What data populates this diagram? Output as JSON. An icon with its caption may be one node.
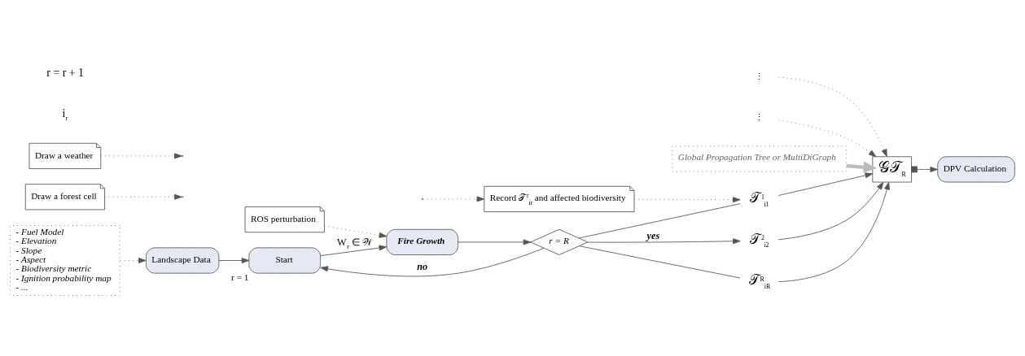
{
  "diagram": {
    "nodes": [
      {
        "text": [
          "Landscape Data"
        ]
      },
      {
        "text": [
          "- Fuel Model",
          "- Elevation",
          "- Slope",
          "- Aspect",
          "- Biodiversity metric",
          "- Ignition probability map",
          "- ..."
        ]
      },
      {
        "text": [
          "Start"
        ],
        "beside": [
          "r = 1"
        ]
      },
      {
        "text": [
          "Draw a forest cell"
        ]
      },
      {
        "text": [
          "Draw a weather"
        ]
      },
      {
        "text": [
          "Fire Growth"
        ]
      },
      {
        "text": [
          "ROS perturbation"
        ]
      },
      {
        "text": [
          "Record 𝒯$^{r}$$_{ir}$ and affected biodiversity"
        ]
      },
      {
        "text": [
          "r = R"
        ]
      },
      {
        "text": [
          "𝒯$^{1}$$_{i1}$"
        ]
      },
      {
        "text": [
          "⋮"
        ]
      },
      {
        "text": [
          "𝒯$^{2}$$_{i2}$"
        ]
      },
      {
        "text": [
          "⋮"
        ]
      },
      {
        "text": [
          "𝒯$^{R}$$_{iR}$"
        ]
      },
      {
        "text": [
          "Global Propagation Tree or MultiDiGraph"
        ]
      },
      {
        "text": [
          "𝒢𝒯$_{R}$"
        ]
      },
      {
        "text": [
          "DPV Calculation"
        ]
      }
    ],
    "edges": [
      {
        "from": 0,
        "to": 2,
        "arrow": "to"
      },
      {
        "from": 1,
        "to": 0,
        "arrow": "to",
        "style": "dashed"
      },
      {
        "from": 2,
        "to": 5,
        "arrow": "to",
        "label": "W$_{r}$ ∈ 𝒲"
      },
      {
        "from": 3,
        "to": null,
        "arrow": "to",
        "style": "dashed"
      },
      {
        "from": 4,
        "to": null,
        "arrow": "to",
        "style": "dashed"
      },
      {
        "from": 6,
        "to": 5,
        "arrow": "to",
        "style": "dashed"
      },
      {
        "from": 5,
        "to": 8,
        "arrow": "to"
      },
      {
        "from": null,
        "to": 7,
        "arrow": "to",
        "style": "dashed"
      },
      {
        "from": 7,
        "to": 9,
        "arrow": "to",
        "style": "dashed"
      },
      {
        "from": 8,
        "to": 9,
        "arrow": "none"
      },
      {
        "from": 8,
        "to": 11,
        "arrow": "to",
        "label": "yes"
      },
      {
        "from": 8,
        "to": 13,
        "arrow": "none"
      },
      {
        "from": 8,
        "to": 2,
        "arrow": "to",
        "label": "no"
      },
      {
        "from": 9,
        "to": 15,
        "arrow": "to"
      },
      {
        "from": 10,
        "to": 15,
        "arrow": "to",
        "style": "dashed"
      },
      {
        "from": 11,
        "to": 15,
        "arrow": "to"
      },
      {
        "from": 12,
        "to": 15,
        "arrow": "to",
        "style": "dashed"
      },
      {
        "from": 13,
        "to": 15,
        "arrow": "to"
      },
      {
        "from": 14,
        "to": 15,
        "arrow": "to",
        "style": "thick",
        "color": "#bbbbbb"
      },
      {
        "from": 15,
        "to": 16,
        "arrow": "to"
      }
    ],
    "labels": [
      "i$_{r}$",
      "r = r + 1"
    ]
  }
}
